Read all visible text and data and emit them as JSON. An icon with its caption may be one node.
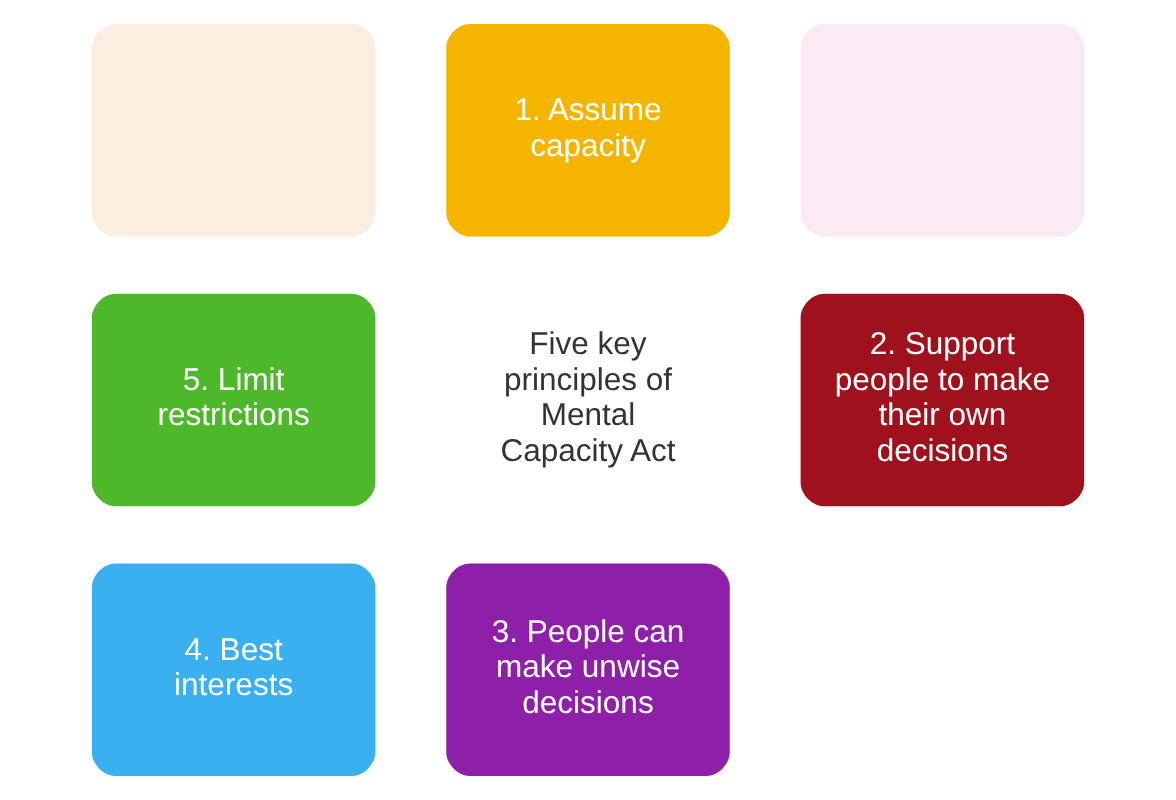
{
  "diagram": {
    "nodes": [
      {
        "text": [],
        "shape": "box"
      },
      {
        "text": [
          "1. Assume capacity"
        ]
      },
      {
        "text": [],
        "shape": "box"
      },
      {
        "text": [
          "5. Limit restrictions"
        ]
      },
      {
        "text": [
          "2. Support people to make their own decisions"
        ]
      },
      {
        "text": [
          "4. Best interests"
        ]
      },
      {
        "text": [
          "3. People can make unwise decisions"
        ]
      }
    ],
    "edges": [],
    "labels": [
      "Five key principles of Mental Capacity Act"
    ]
  }
}
